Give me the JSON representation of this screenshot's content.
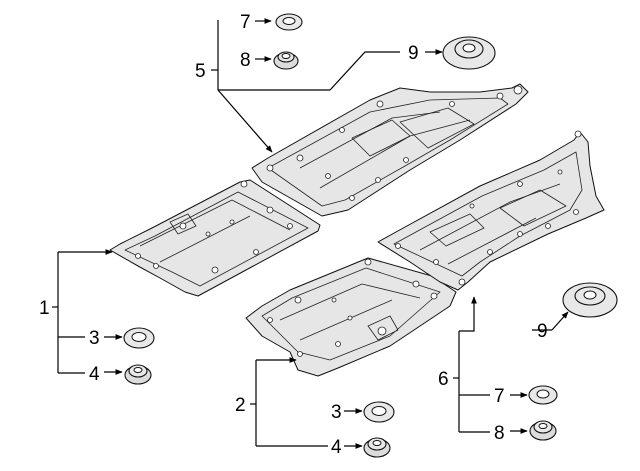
{
  "callouts": {
    "c1": "1",
    "c2": "2",
    "c3a": "3",
    "c3b": "3",
    "c4a": "4",
    "c4b": "4",
    "c5": "5",
    "c6": "6",
    "c7a": "7",
    "c7b": "7",
    "c8a": "8",
    "c8b": "8",
    "c9a": "9",
    "c9b": "9"
  }
}
